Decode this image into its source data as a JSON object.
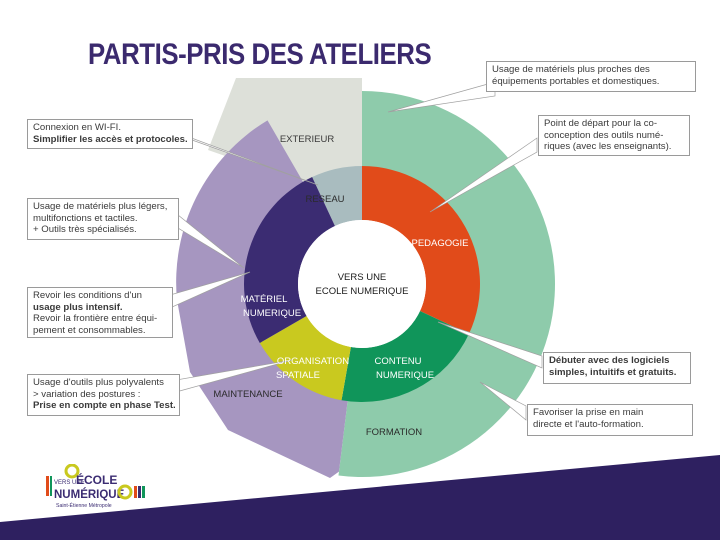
{
  "title": "PARTIS-PRIS DES ATELIERS",
  "center": {
    "line1": "VERS UNE",
    "line2": "ECOLE NUMERIQUE"
  },
  "inner_ring": [
    {
      "key": "reseau",
      "label": "RESEAU",
      "color": "#a9bcbf"
    },
    {
      "key": "pedagogie",
      "label": "PEDAGOGIE",
      "color": "#e14b1a"
    },
    {
      "key": "contenu",
      "label": "CONTENU|NUMERIQUE",
      "color": "#10955a"
    },
    {
      "key": "organisation",
      "label": "ORGANISATION|SPATIALE",
      "color": "#c9c91f"
    },
    {
      "key": "materiel",
      "label": "MATÉRIEL|NUMERIQUE",
      "color": "#3b2c72"
    }
  ],
  "outer_ring": [
    {
      "key": "exterieur",
      "label": "EXTERIEUR",
      "color": "#dde0d9"
    },
    {
      "key": "formation",
      "label": "FORMATION",
      "color": "#8ecbab"
    },
    {
      "key": "maintenance",
      "label": "MAINTENANCE",
      "color": "#a696c0"
    }
  ],
  "callouts": {
    "wifi": {
      "lines": [
        {
          "t": "Connexion en WI-FI.",
          "b": false
        },
        {
          "t": "Simplifier les accès et protocoles.",
          "b": true
        }
      ]
    },
    "materiels_legers": {
      "lines": [
        {
          "t": "Usage de matériels plus légers,",
          "b": false
        },
        {
          "t": "multifonctions et tactiles.",
          "b": false
        },
        {
          "t": "+ Outils très spécialisés.",
          "b": false
        }
      ]
    },
    "usage_intensif": {
      "lines": [
        {
          "t": "Revoir les conditions d'un",
          "b": false
        },
        {
          "t": "usage plus intensif.",
          "b": true
        },
        {
          "t": "Revoir la frontière entre équi-",
          "b": false
        },
        {
          "t": "pement et consommables.",
          "b": false
        }
      ]
    },
    "outils_polyvalents": {
      "lines": [
        {
          "t": "Usage d'outils plus polyvalents",
          "b": false
        },
        {
          "t": "> variation des postures :",
          "b": false
        },
        {
          "t": "Prise en compte en phase Test.",
          "b": true
        }
      ]
    },
    "equipements_portables": {
      "lines": [
        {
          "t": "Usage de matériels plus proches des",
          "b": false
        },
        {
          "t": "équipements portables et domestiques.",
          "b": false
        }
      ]
    },
    "point_depart": {
      "lines": [
        {
          "t": "Point de départ pour la co-",
          "b": false
        },
        {
          "t": "conception des outils numé-",
          "b": false
        },
        {
          "t": "riques (avec les enseignants).",
          "b": false
        }
      ]
    },
    "logiciels": {
      "lines": [
        {
          "t": "Débuter avec des logiciels",
          "b": true
        },
        {
          "t": "simples, intuitifs et gratuits.",
          "b": true
        }
      ]
    },
    "autoformation": {
      "lines": [
        {
          "t": "Favoriser la prise en main",
          "b": false
        },
        {
          "t": "directe et l'auto-formation.",
          "b": false
        }
      ]
    }
  },
  "logo": {
    "line1": "VERS UNE",
    "line2": "ÉCOLE",
    "line3": "NUMÉRIQUE",
    "line4": "Saint-Étienne Métropole"
  },
  "colors": {
    "title": "#3b2a6e",
    "footer_band": "#2e2060",
    "callout_border": "#9a9a9a",
    "pointer": "#ffffff"
  }
}
